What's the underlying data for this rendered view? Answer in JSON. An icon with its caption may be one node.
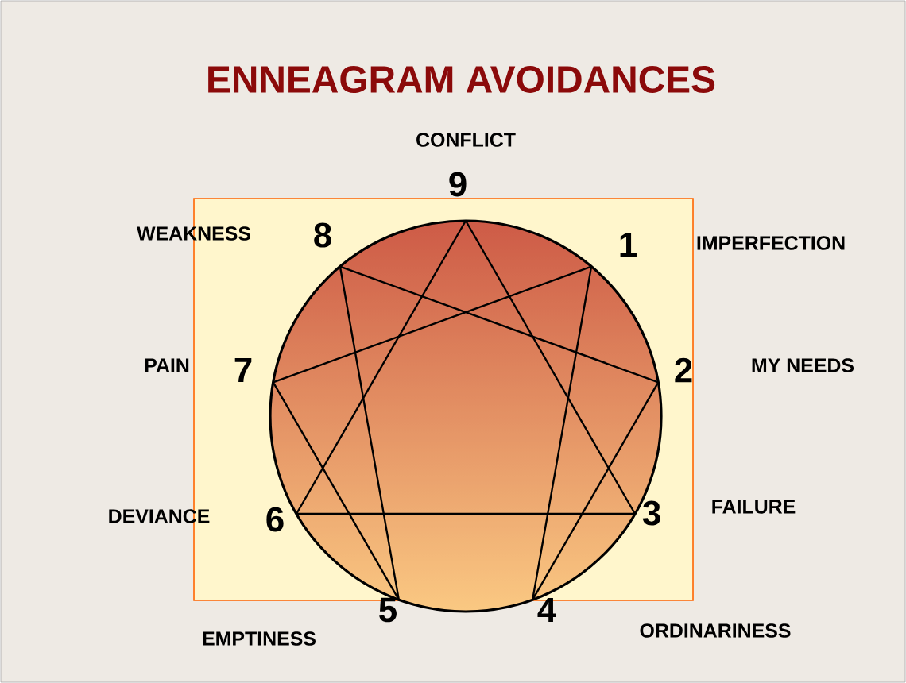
{
  "diagram": {
    "title": "ENNEAGRAM AVOIDANCES",
    "labels": [
      "CONFLICT",
      "9",
      "WEAKNESS",
      "8",
      "1",
      "IMPERFECTION",
      "PAIN",
      "7",
      "2",
      "MY NEEDS",
      "DEVIANCE",
      "6",
      "3",
      "FAILURE",
      "5",
      "4",
      "EMPTINESS",
      "ORDINARINESS"
    ]
  }
}
